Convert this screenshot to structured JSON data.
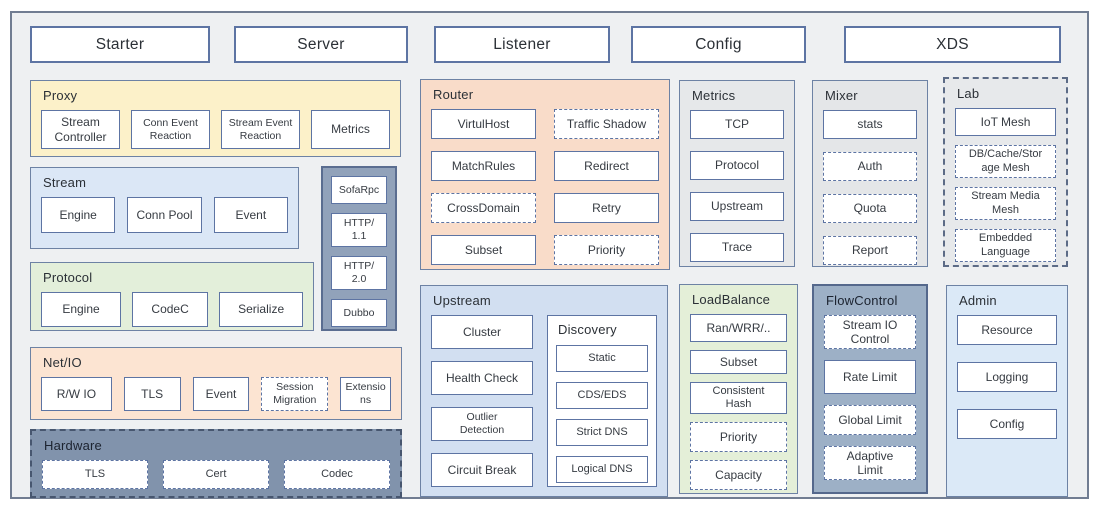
{
  "header": {
    "items": [
      {
        "label": "Starter"
      },
      {
        "label": "Server"
      },
      {
        "label": "Listener"
      },
      {
        "label": "Config"
      },
      {
        "label": "XDS"
      }
    ]
  },
  "panels": {
    "proxy": {
      "title": "Proxy",
      "boxes": [
        {
          "label": "Stream Controller",
          "border": "solid"
        },
        {
          "label": "Conn Event Reaction",
          "border": "solid"
        },
        {
          "label": "Stream Event Reaction",
          "border": "solid"
        },
        {
          "label": "Metrics",
          "border": "solid"
        }
      ]
    },
    "stream": {
      "title": "Stream",
      "boxes": [
        {
          "label": "Engine",
          "border": "solid"
        },
        {
          "label": "Conn Pool",
          "border": "solid"
        },
        {
          "label": "Event",
          "border": "solid"
        }
      ]
    },
    "protocol_stack": {
      "boxes": [
        {
          "label": "SofaRpc",
          "border": "solid"
        },
        {
          "label": "HTTP/1.1",
          "border": "solid"
        },
        {
          "label": "HTTP/2.0",
          "border": "solid"
        },
        {
          "label": "Dubbo",
          "border": "solid"
        }
      ]
    },
    "protocol": {
      "title": "Protocol",
      "boxes": [
        {
          "label": "Engine",
          "border": "solid"
        },
        {
          "label": "CodeC",
          "border": "solid"
        },
        {
          "label": "Serialize",
          "border": "solid"
        }
      ]
    },
    "netio": {
      "title": "Net/IO",
      "boxes": [
        {
          "label": "R/W IO",
          "border": "solid"
        },
        {
          "label": "TLS",
          "border": "solid"
        },
        {
          "label": "Event",
          "border": "solid"
        },
        {
          "label": "Session Migration",
          "border": "dashed"
        },
        {
          "label": "Extensions",
          "border": "solid"
        }
      ]
    },
    "hardware": {
      "title": "Hardware",
      "boxes": [
        {
          "label": "TLS",
          "border": "dashed"
        },
        {
          "label": "Cert",
          "border": "dashed"
        },
        {
          "label": "Codec",
          "border": "dashed"
        }
      ]
    },
    "router": {
      "title": "Router",
      "boxes": [
        {
          "label": "VirtulHost",
          "border": "solid"
        },
        {
          "label": "Traffic Shadow",
          "border": "dashed"
        },
        {
          "label": "MatchRules",
          "border": "solid"
        },
        {
          "label": "Redirect",
          "border": "solid"
        },
        {
          "label": "CrossDomain",
          "border": "dashed"
        },
        {
          "label": "Retry",
          "border": "solid"
        },
        {
          "label": "Subset",
          "border": "solid"
        },
        {
          "label": "Priority",
          "border": "dashed"
        }
      ]
    },
    "upstream": {
      "title": "Upstream",
      "boxes": [
        {
          "label": "Cluster",
          "border": "solid"
        },
        {
          "label": "Health Check",
          "border": "solid"
        },
        {
          "label": "Outlier Detection",
          "border": "solid"
        },
        {
          "label": "Circuit Break",
          "border": "solid"
        }
      ],
      "discovery": {
        "title": "Discovery",
        "boxes": [
          {
            "label": "Static",
            "border": "solid"
          },
          {
            "label": "CDS/EDS",
            "border": "solid"
          },
          {
            "label": "Strict DNS",
            "border": "solid"
          },
          {
            "label": "Logical DNS",
            "border": "solid"
          }
        ]
      }
    },
    "metrics": {
      "title": "Metrics",
      "boxes": [
        {
          "label": "TCP",
          "border": "solid"
        },
        {
          "label": "Protocol",
          "border": "solid"
        },
        {
          "label": "Upstream",
          "border": "solid"
        },
        {
          "label": "Trace",
          "border": "solid"
        }
      ]
    },
    "loadbalance": {
      "title": "LoadBalance",
      "boxes": [
        {
          "label": "Ran/WRR/..",
          "border": "solid"
        },
        {
          "label": "Subset",
          "border": "solid"
        },
        {
          "label": "Consistent Hash",
          "border": "solid"
        },
        {
          "label": "Priority",
          "border": "dashed"
        },
        {
          "label": "Capacity",
          "border": "dashed"
        }
      ]
    },
    "mixer": {
      "title": "Mixer",
      "boxes": [
        {
          "label": "stats",
          "border": "solid"
        },
        {
          "label": "Auth",
          "border": "dashed"
        },
        {
          "label": "Quota",
          "border": "dashed"
        },
        {
          "label": "Report",
          "border": "dashed"
        }
      ]
    },
    "flowcontrol": {
      "title": "FlowControl",
      "boxes": [
        {
          "label": "Stream IO Control",
          "border": "dashed"
        },
        {
          "label": "Rate Limit",
          "border": "solid"
        },
        {
          "label": "Global Limit",
          "border": "dashed"
        },
        {
          "label": "Adaptive Limit",
          "border": "dashed"
        }
      ]
    },
    "lab": {
      "title": "Lab",
      "boxes": [
        {
          "label": "IoT Mesh",
          "border": "solid"
        },
        {
          "label": "DB/Cache/Storage Mesh",
          "border": "dashed"
        },
        {
          "label": "Stream Media Mesh",
          "border": "dashed"
        },
        {
          "label": "Embedded Language",
          "border": "dashed"
        }
      ]
    },
    "admin": {
      "title": "Admin",
      "boxes": [
        {
          "label": "Resource",
          "border": "solid"
        },
        {
          "label": "Logging",
          "border": "solid"
        },
        {
          "label": "Config",
          "border": "solid"
        }
      ]
    }
  },
  "colors": {
    "canvas_bg": "#eef0f2",
    "frame_border": "#717d92",
    "box_border": "#5d74a3",
    "panel_proxy": "#fcf1c9",
    "panel_stream": "#dbe7f6",
    "panel_protocol": "#e3efda",
    "panel_protocol_stack": "#91a2ba",
    "panel_netio": "#fce4d2",
    "panel_hardware": "#8193ac",
    "panel_router": "#f9dcc9",
    "panel_upstream": "#d2dff1",
    "panel_metrics": "#e6e8ea",
    "panel_loadbalance": "#e4efd8",
    "panel_mixer": "#e4e6e8",
    "panel_flowcontrol": "#9db0c6",
    "panel_lab": "#e7e9eb",
    "panel_admin": "#dbe9f7"
  }
}
